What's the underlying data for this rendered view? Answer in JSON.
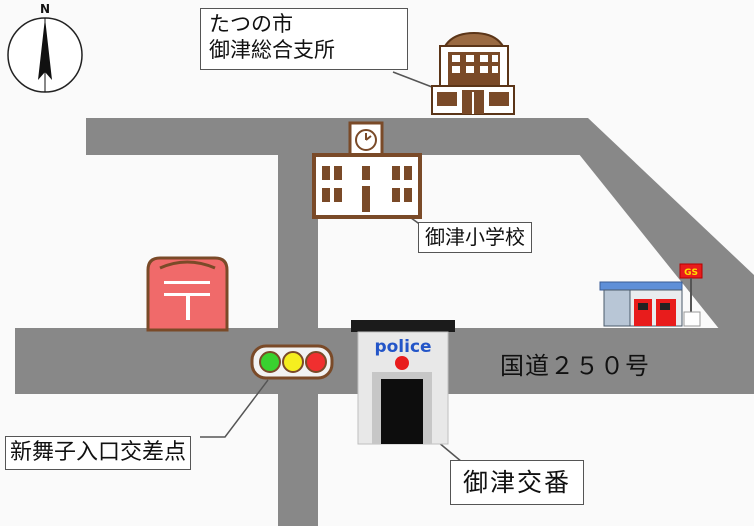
{
  "compass": {
    "north": "N"
  },
  "labels": {
    "city_office_line1": "たつの市",
    "city_office_line2": "御津総合支所",
    "school": "御津小学校",
    "route": "国道２５０号",
    "intersection": "新舞子入口交差点",
    "police_box": "御津交番",
    "police_sign": "police",
    "gas_sign": "GS"
  },
  "icons": [
    "compass-icon",
    "city-office-icon",
    "school-icon",
    "post-office-icon",
    "gas-station-icon",
    "traffic-light-icon",
    "police-box-icon"
  ],
  "colors": {
    "road": "#888888",
    "brown": "#7a4a28",
    "post_office": "#f06a6a",
    "police_dark": "#1b1b1b",
    "police_wall": "#e8e8e8",
    "light_green": "#39d12f",
    "light_yellow": "#f5ee1f",
    "light_red": "#f02f2f",
    "gas_red": "#e81c1c",
    "gas_roof": "#5e8fd8"
  }
}
